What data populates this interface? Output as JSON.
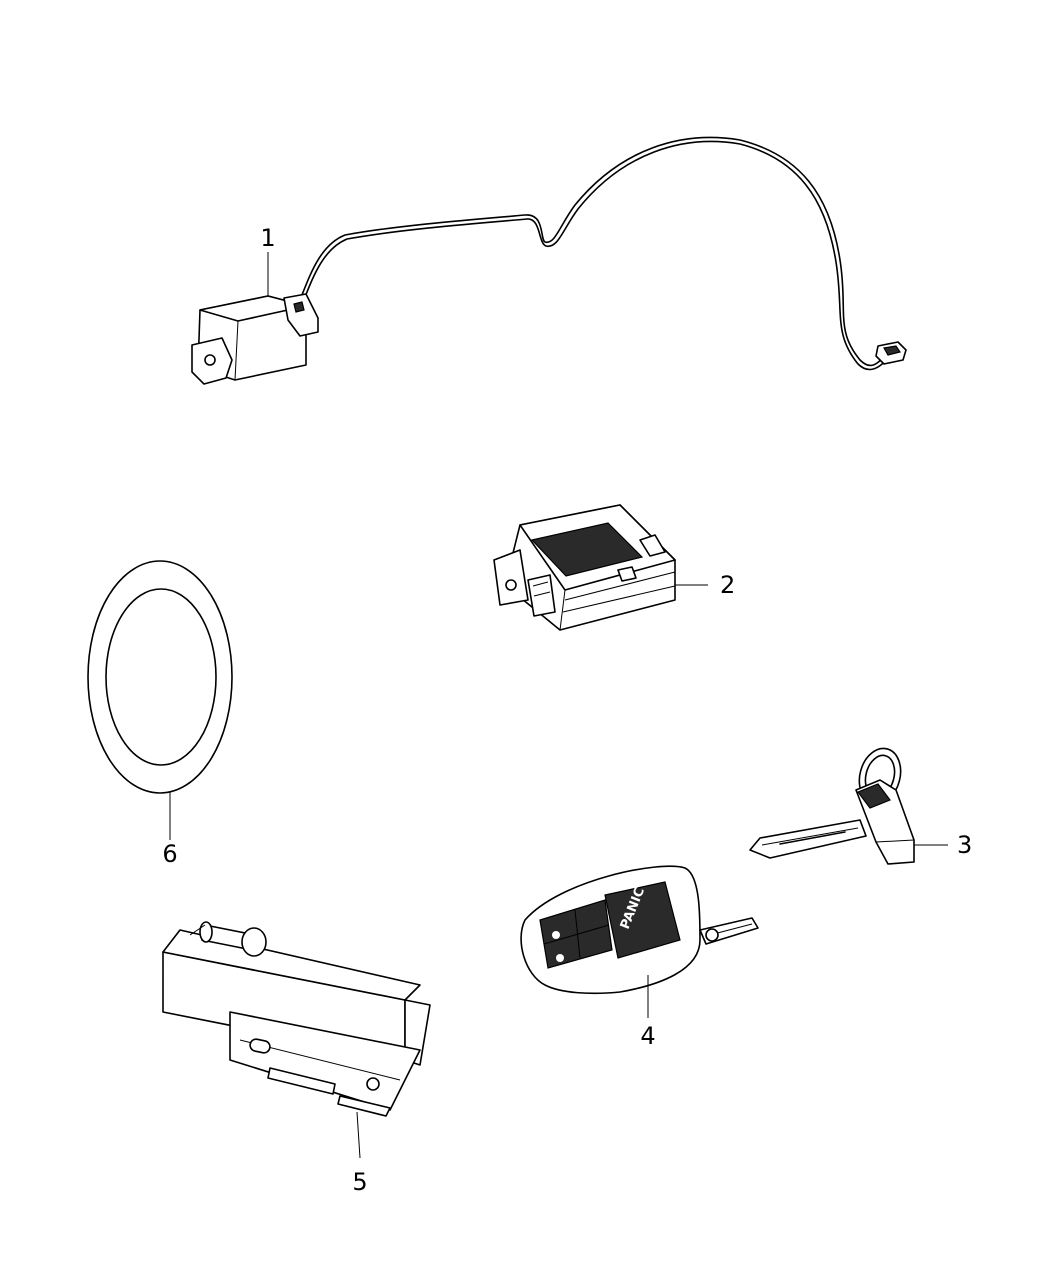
{
  "callouts": [
    {
      "id": "1",
      "label": "1",
      "part": "antenna-module-with-cable"
    },
    {
      "id": "2",
      "label": "2",
      "part": "receiver-module"
    },
    {
      "id": "3",
      "label": "3",
      "part": "emergency-key"
    },
    {
      "id": "4",
      "label": "4",
      "part": "key-fob-transmitter"
    },
    {
      "id": "5",
      "label": "5",
      "part": "keyless-ignition-node"
    },
    {
      "id": "6",
      "label": "6",
      "part": "trim-ring"
    }
  ],
  "fob": {
    "panic_label": "PANIC"
  },
  "colors": {
    "line": "#000000",
    "background": "#ffffff",
    "fob_buttons": "#2a2a2a"
  }
}
